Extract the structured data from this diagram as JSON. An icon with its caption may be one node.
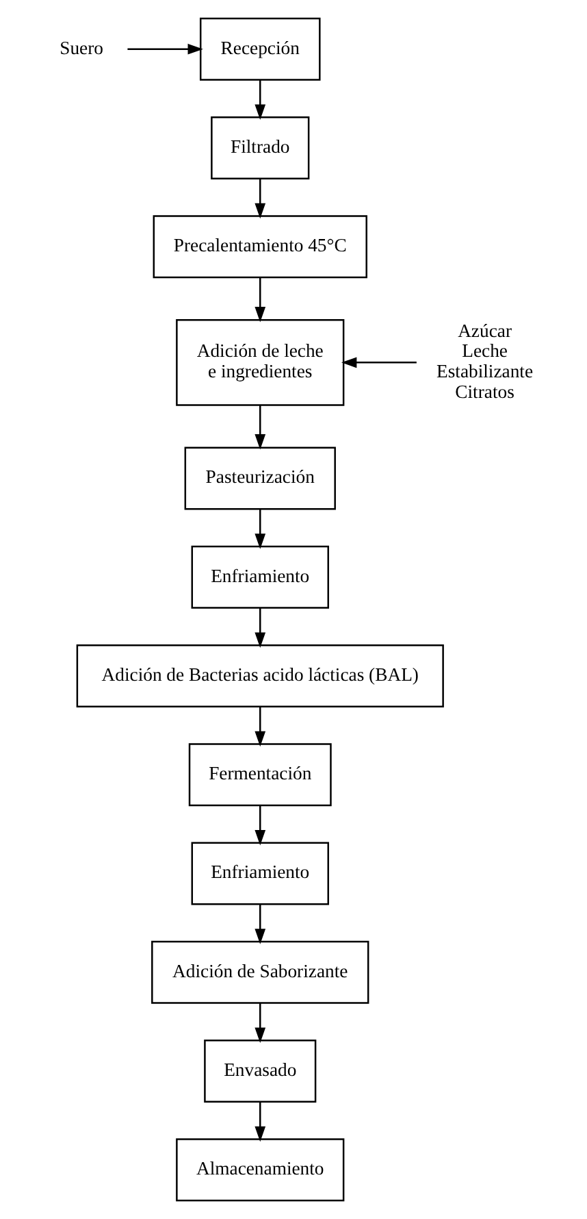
{
  "diagram": {
    "nodes": [
      {
        "text": [
          "Suero"
        ]
      },
      {
        "text": [
          "Recepción"
        ]
      },
      {
        "text": [
          "Filtrado"
        ]
      },
      {
        "text": [
          "Precalentamiento 45°C"
        ]
      },
      {
        "text": [
          "Azúcar Leche Estabilizante Citratos"
        ]
      },
      {
        "text": [
          "Adición de leche e ingredientes"
        ]
      },
      {
        "text": [
          "Pasteurización"
        ]
      },
      {
        "text": [
          "Enfriamiento"
        ]
      },
      {
        "text": [
          "Adición de Bacterias acido lácticas (BAL)"
        ]
      },
      {
        "text": [
          "Fermentación"
        ]
      },
      {
        "text": [
          "Enfriamiento"
        ]
      },
      {
        "text": [
          "Adición de Saborizante"
        ]
      },
      {
        "text": [
          "Envasado"
        ]
      },
      {
        "text": [
          "Almacenamiento"
        ]
      }
    ],
    "edges": [
      {
        "from": 0,
        "to": 1,
        "arrow": "to"
      },
      {
        "from": 1,
        "to": 2,
        "arrow": "to"
      },
      {
        "from": 2,
        "to": 3,
        "arrow": "to"
      },
      {
        "from": 3,
        "to": 5,
        "arrow": "to"
      },
      {
        "from": 4,
        "to": 5,
        "arrow": "to"
      },
      {
        "from": 5,
        "to": 6,
        "arrow": "to"
      },
      {
        "from": 6,
        "to": 7,
        "arrow": "to"
      },
      {
        "from": 7,
        "to": 8,
        "arrow": "to"
      },
      {
        "from": 8,
        "to": 9,
        "arrow": "to"
      },
      {
        "from": 9,
        "to": 10,
        "arrow": "to"
      },
      {
        "from": 10,
        "to": 11,
        "arrow": "to"
      },
      {
        "from": 11,
        "to": 12,
        "arrow": "to"
      },
      {
        "from": 12,
        "to": 13,
        "arrow": "to"
      }
    ]
  }
}
